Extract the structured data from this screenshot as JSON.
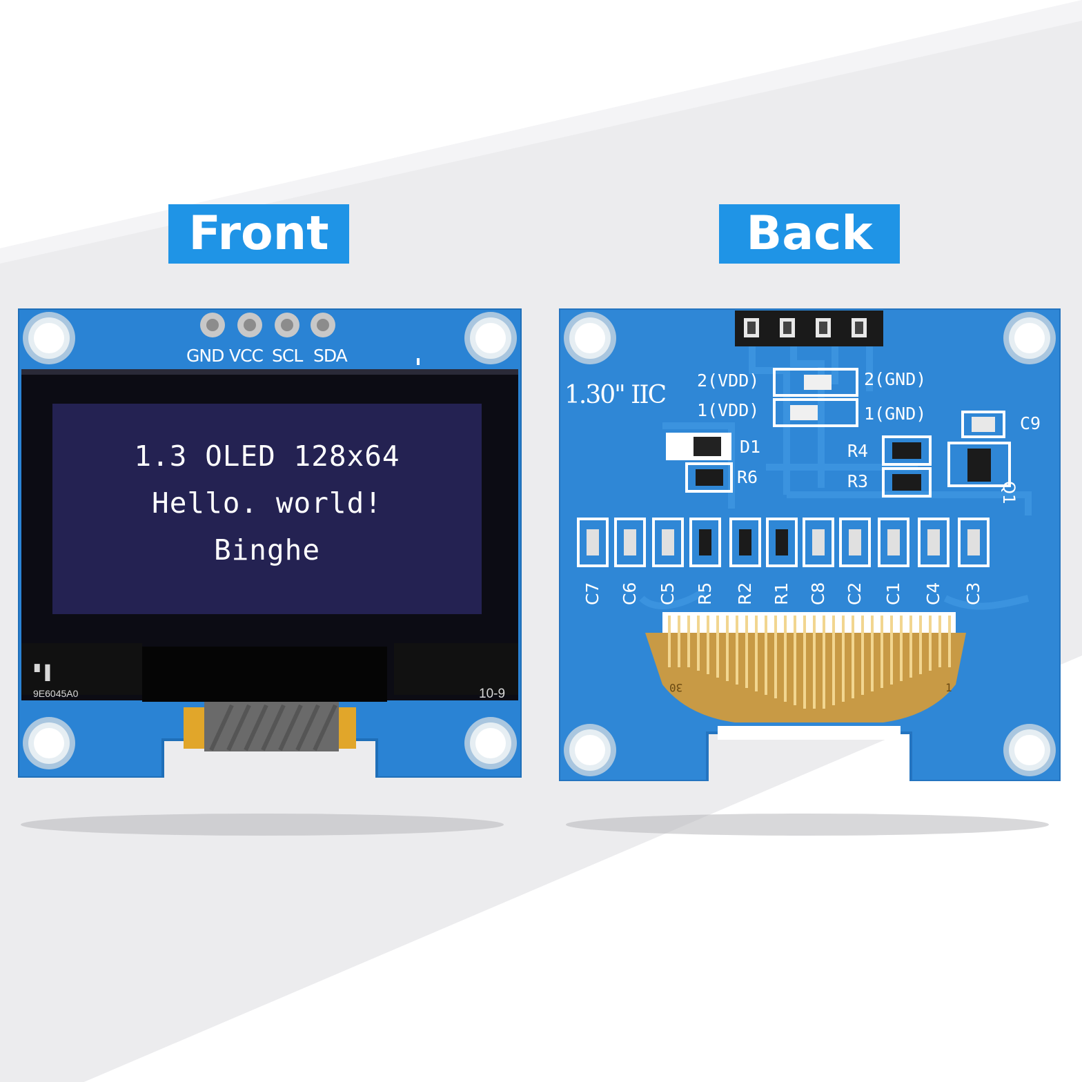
{
  "tags": {
    "front": "Front",
    "back": "Back"
  },
  "front": {
    "pins": [
      "GND",
      "VCC",
      "SCL",
      "SDA"
    ],
    "screen_lines": [
      "1.3 OLED 128x64",
      "Hello. world!",
      "Binghe"
    ],
    "panel_code": "9E6045A0",
    "panel_date": "10-9"
  },
  "back": {
    "board_title": "1.30\" IIC",
    "jumpers": {
      "vdd2": "2(VDD)",
      "vdd1": "1(VDD)",
      "gnd2": "2(GND)",
      "gnd1": "1(GND)"
    },
    "labels": {
      "d1": "D1",
      "r6": "R6",
      "r4": "R4",
      "r3": "R3",
      "c9": "C9",
      "q1": "Q1"
    },
    "bottom_components": [
      "C7",
      "C6",
      "C5",
      "R5",
      "R2",
      "R1",
      "C8",
      "C2",
      "C1",
      "C4",
      "C3"
    ],
    "fpc_marks": {
      "left": "30",
      "right": "1"
    }
  },
  "colors": {
    "tag_blue": "#1f94e6",
    "pcb_blue": "#2f87d6",
    "screen": "#242252",
    "fpc_gold": "#c89a45"
  }
}
